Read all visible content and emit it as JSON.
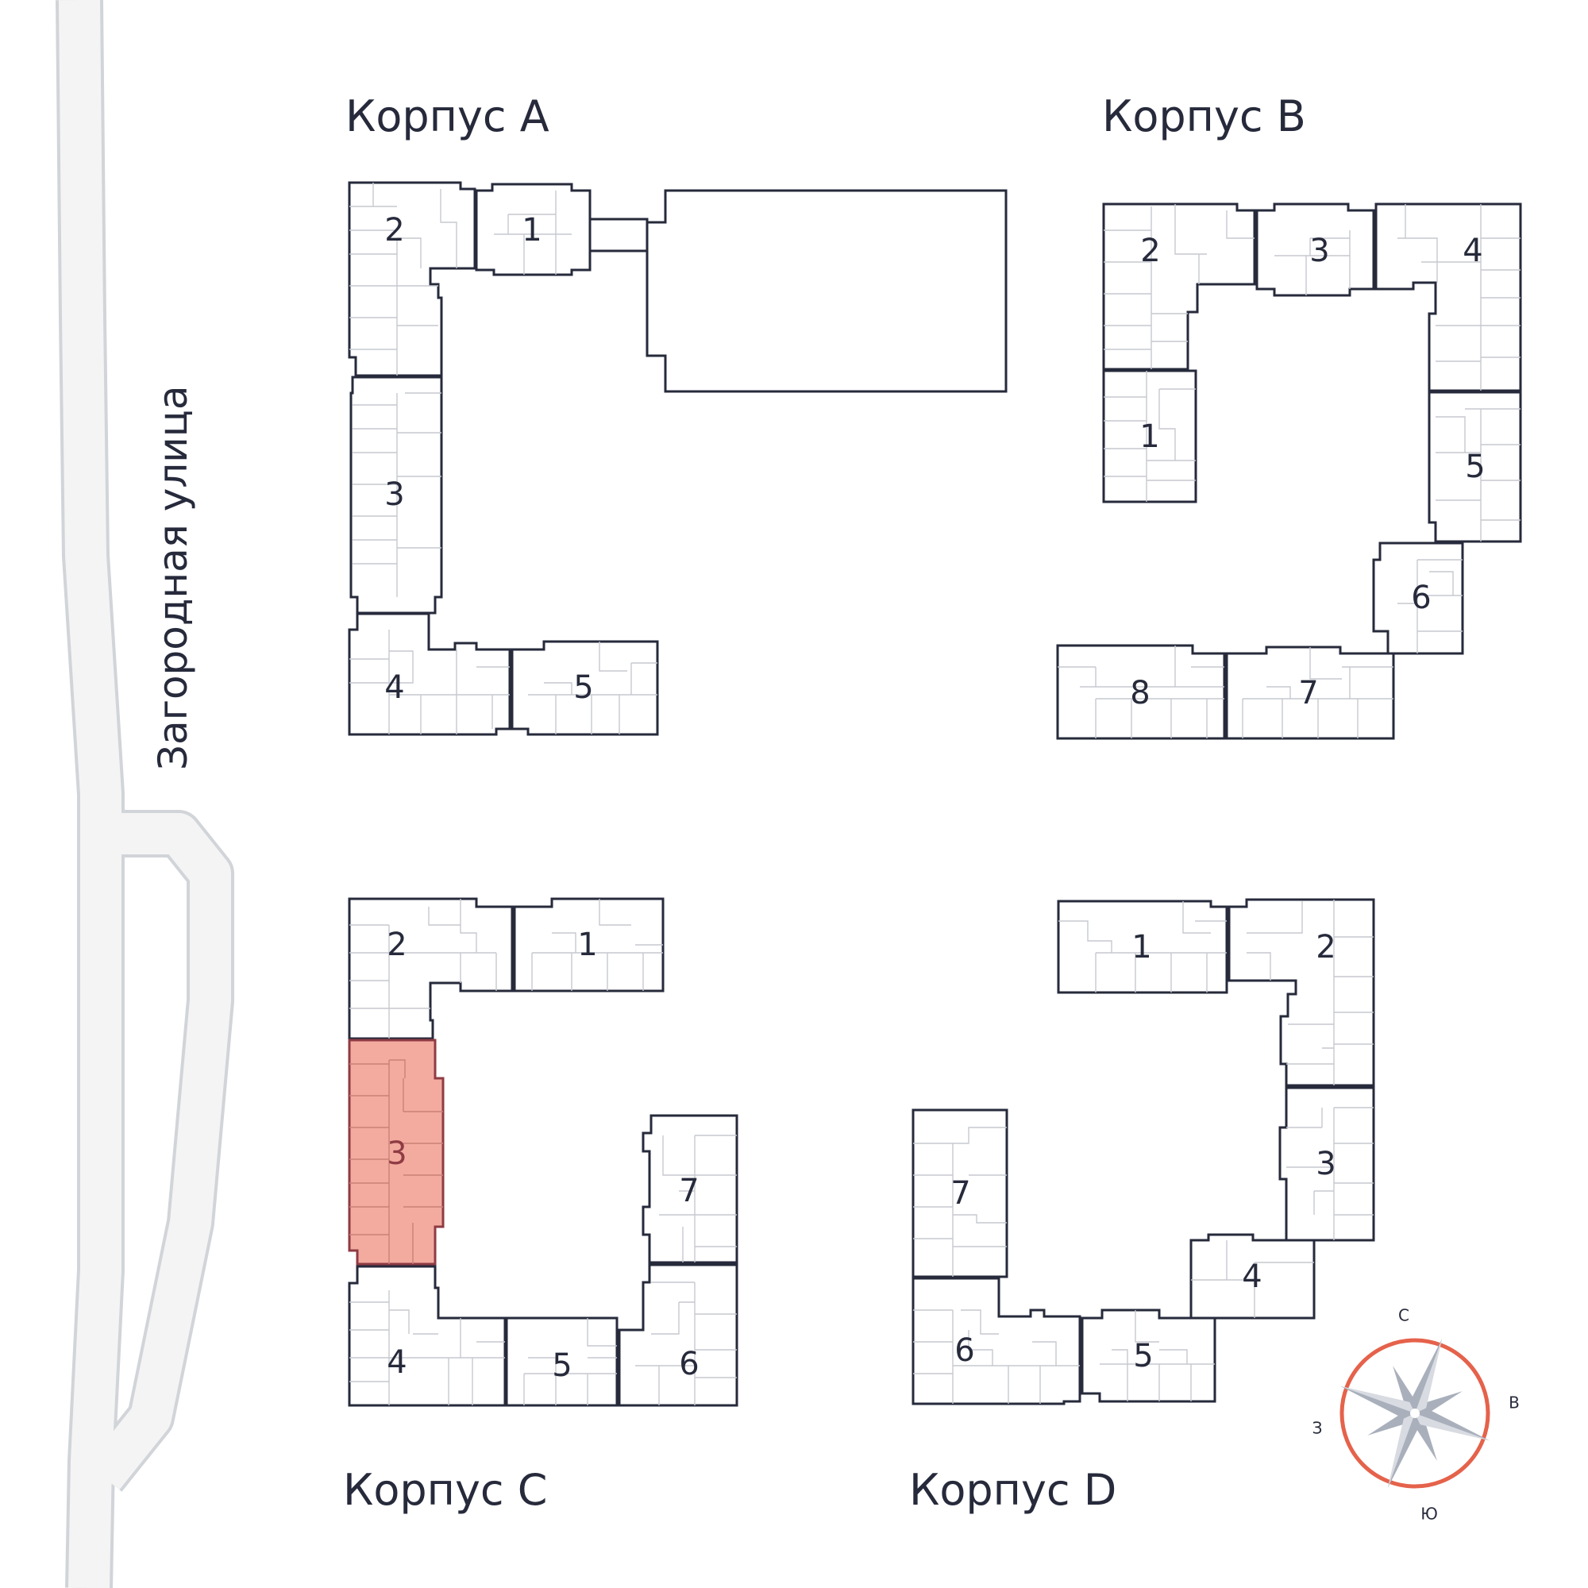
{
  "street": {
    "name": "Загородная улица"
  },
  "korpuses": [
    {
      "title": "Корпус A",
      "sections": [
        "1",
        "2",
        "3",
        "4",
        "5"
      ]
    },
    {
      "title": "Корпус B",
      "sections": [
        "1",
        "2",
        "3",
        "4",
        "5",
        "6",
        "7",
        "8"
      ]
    },
    {
      "title": "Корпус C",
      "sections": [
        "1",
        "2",
        "3",
        "4",
        "5",
        "6",
        "7"
      ],
      "selected_section": "3"
    },
    {
      "title": "Корпус D",
      "sections": [
        "1",
        "2",
        "3",
        "4",
        "5",
        "6",
        "7"
      ]
    }
  ],
  "compass": {
    "north": "С",
    "east": "В",
    "south": "Ю",
    "west": "З"
  },
  "colors": {
    "outline": "#262a3b",
    "selected_fill": "#f3ab9f",
    "selected_outline": "#8f3b44",
    "compass_ring": "#e5624b",
    "compass_star": "#a9b0bc",
    "road": "#f4f4f4"
  }
}
